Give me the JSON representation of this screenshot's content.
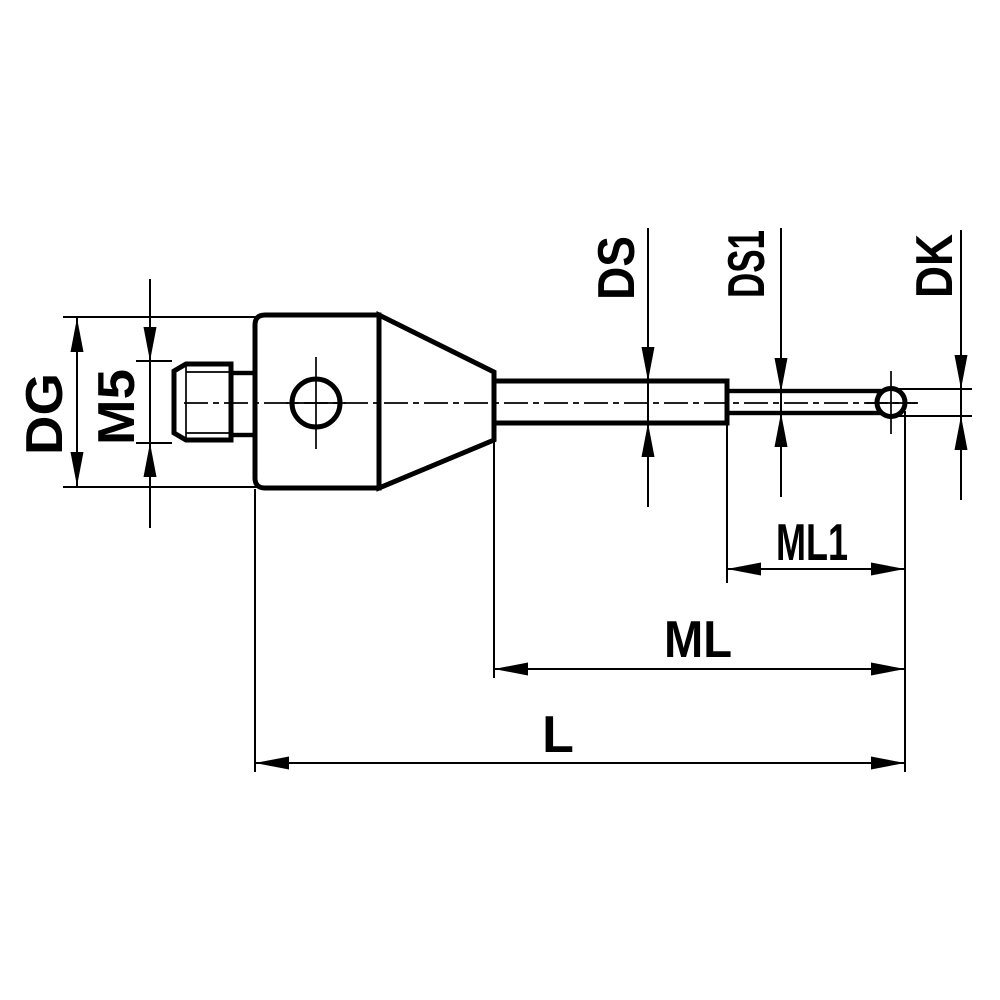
{
  "drawing": {
    "background_color": "#ffffff",
    "line_color": "#000000",
    "dimension_labels": {
      "dg": "DG",
      "m5": "M5",
      "ds": "DS",
      "ds1": "DS1",
      "dk": "DK",
      "ml1": "ML1",
      "ml": "ML",
      "l": "L"
    }
  }
}
